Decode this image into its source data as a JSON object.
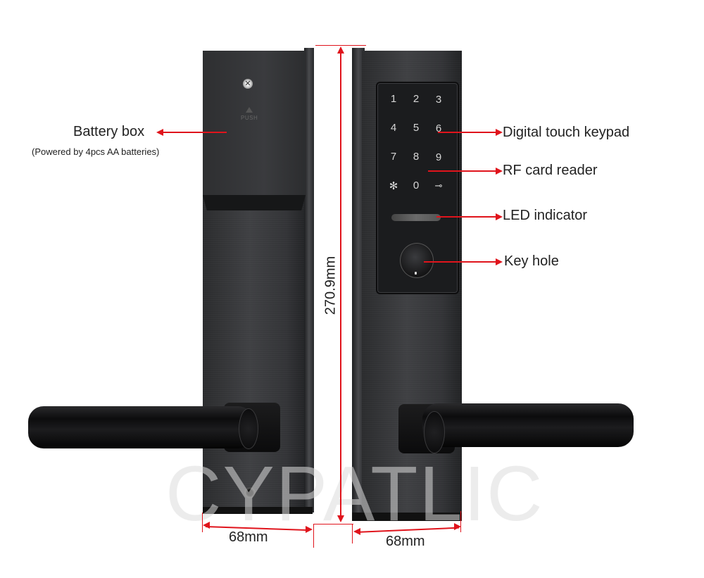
{
  "labels": {
    "battery_box": "Battery box",
    "battery_note": "(Powered by 4pcs AA batteries)",
    "digital_keypad": "Digital touch keypad",
    "rf_card_reader": "RF card reader",
    "led_indicator": "LED indicator",
    "key_hole": "Key hole"
  },
  "dimensions": {
    "height": "270.9mm",
    "left_width": "68mm",
    "right_width": "68mm"
  },
  "battery_cover": {
    "push_text": "PUSH"
  },
  "keypad": {
    "keys": [
      "1",
      "2",
      "3",
      "4",
      "5",
      "6",
      "7",
      "8",
      "9",
      "✻",
      "0",
      "⊸"
    ]
  },
  "watermark": "CYPATLIC",
  "colors": {
    "annotation_red": "#e0141c",
    "lock_body": "#333437",
    "keypad_glass": "#1b1c1e"
  }
}
